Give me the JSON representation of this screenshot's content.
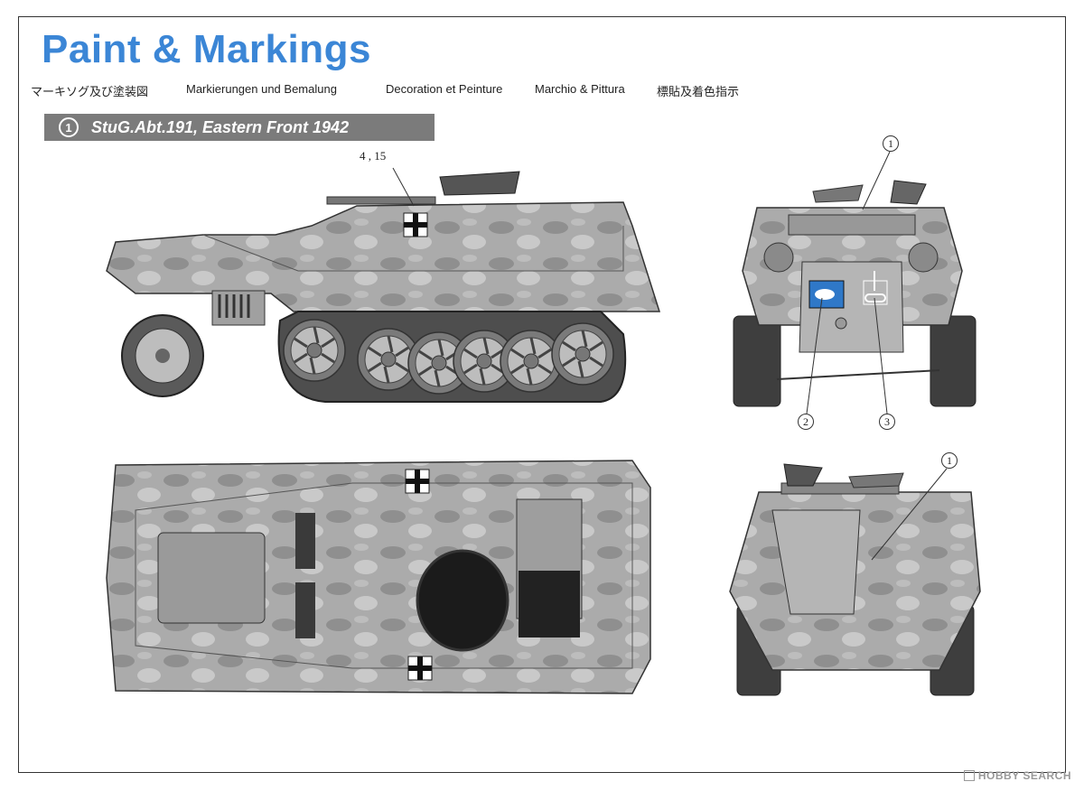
{
  "title": "Paint & Markings",
  "subtitles": [
    "マーキソグ及び塗装図",
    "Markierungen und Bemalung",
    "Decoration et Peinture",
    "Marchio & Pittura",
    "標貼及着色指示"
  ],
  "scheme": {
    "number": "1",
    "label": "StuG.Abt.191, Eastern Front 1942"
  },
  "callouts": {
    "side_pair": "4 , 15",
    "front_top": "1",
    "front_left": "2",
    "front_right": "3",
    "rear_top": "1"
  },
  "watermark": "HOBBY SEARCH",
  "colors": {
    "title_blue": "#3b86d6",
    "banner_gray": "#7b7b7b",
    "vehicle_gray": "#a9a9a9",
    "vehicle_dark": "#6e6e6e",
    "vehicle_light": "#cfcfcf"
  }
}
